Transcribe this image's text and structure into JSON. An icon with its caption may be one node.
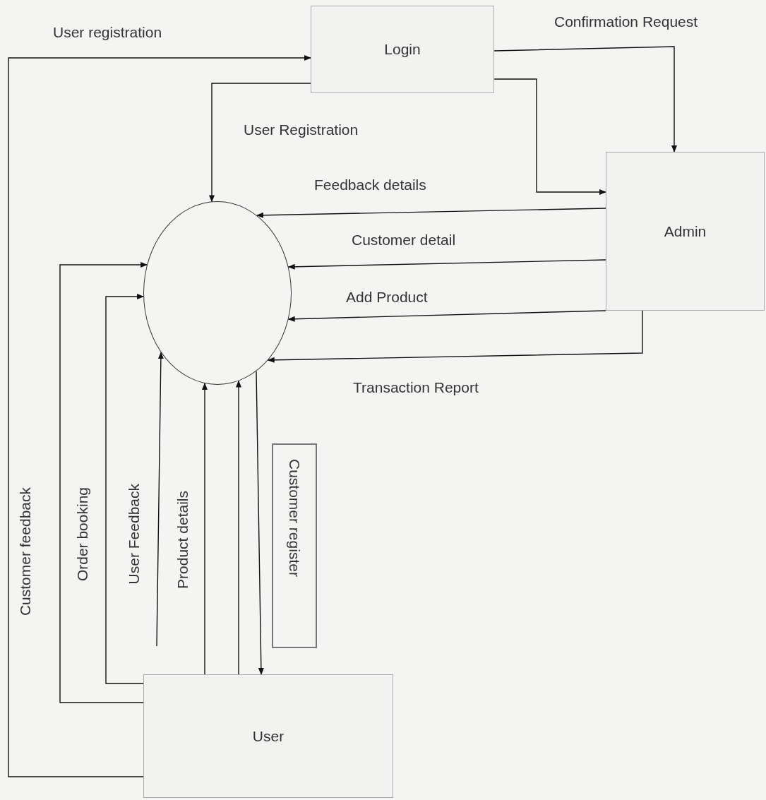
{
  "diagram": {
    "nodes": [
      {
        "text": [
          "Login"
        ]
      },
      {
        "text": [
          "Admin"
        ]
      },
      {
        "text": [],
        "shape": "circle"
      },
      {
        "text": [
          "User"
        ]
      }
    ],
    "edges": [
      {
        "from": 3,
        "to": 0,
        "arrow": "to",
        "label": "User registration"
      },
      {
        "from": 0,
        "to": 1,
        "arrow": "to",
        "label": "Confirmation Request"
      },
      {
        "from": 0,
        "to": 2,
        "arrow": "to",
        "label": "User Registration"
      },
      {
        "from": 0,
        "to": 1,
        "arrow": "to"
      },
      {
        "from": 1,
        "to": 2,
        "arrow": "to",
        "label": "Feedback details"
      },
      {
        "from": 1,
        "to": 2,
        "arrow": "to",
        "label": "Customer detail"
      },
      {
        "from": 1,
        "to": 2,
        "arrow": "to",
        "label": "Add Product"
      },
      {
        "from": 1,
        "to": 2,
        "arrow": "to",
        "label": "Transaction Report"
      },
      {
        "from": 3,
        "to": 2,
        "arrow": "to",
        "label": "Customer feedback"
      },
      {
        "from": 3,
        "to": 2,
        "arrow": "to",
        "label": "Order booking"
      },
      {
        "from": null,
        "to": 2,
        "arrow": "to",
        "label": "User Feedback"
      },
      {
        "from": 3,
        "to": 2,
        "arrow": "to",
        "label": "Product details"
      },
      {
        "from": 3,
        "to": 2,
        "arrow": "to"
      },
      {
        "from": 2,
        "to": 3,
        "arrow": "to",
        "label": "Customer register"
      }
    ]
  }
}
